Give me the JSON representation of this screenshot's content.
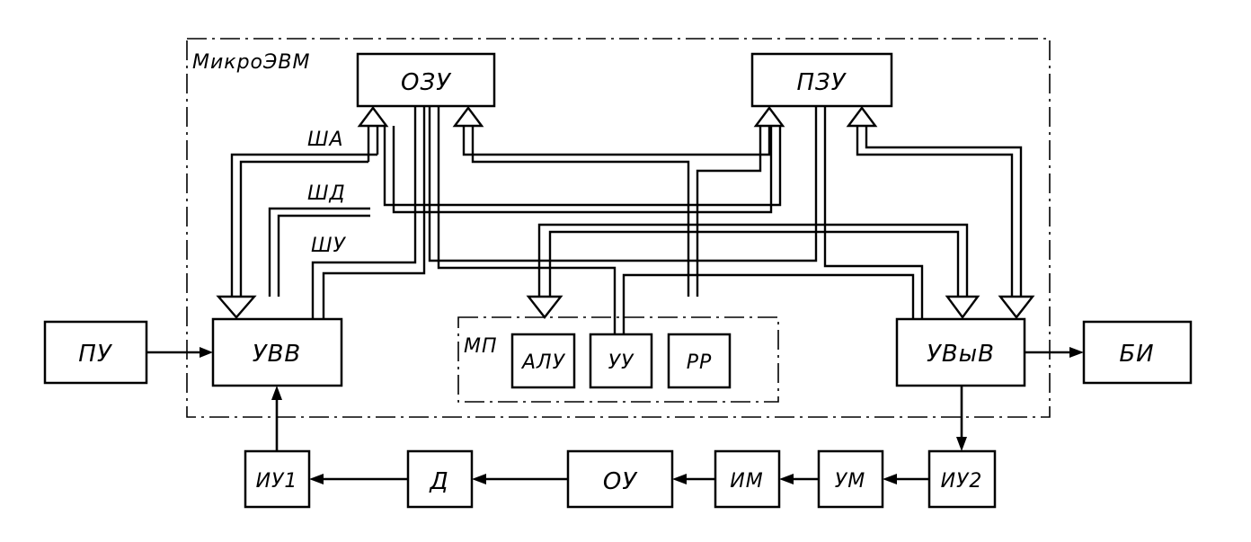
{
  "diagram": {
    "frames": {
      "micro_computer": "МикроЭВМ",
      "microprocessor": "МП"
    },
    "buses": {
      "address": "ША",
      "data": "ШД",
      "control": "ШУ"
    },
    "blocks": {
      "ram": "ОЗУ",
      "rom": "ПЗУ",
      "input_unit": "УВВ",
      "output_unit": "УВыВ",
      "alu": "АЛУ",
      "control_unit": "УУ",
      "registers": "РР",
      "control_panel": "ПУ",
      "indicator_block": "БИ",
      "meter_1": "ИУ1",
      "sensor": "Д",
      "control_object": "ОУ",
      "actuator": "ИМ",
      "amplifier": "УМ",
      "meter_2": "ИУ2"
    }
  }
}
